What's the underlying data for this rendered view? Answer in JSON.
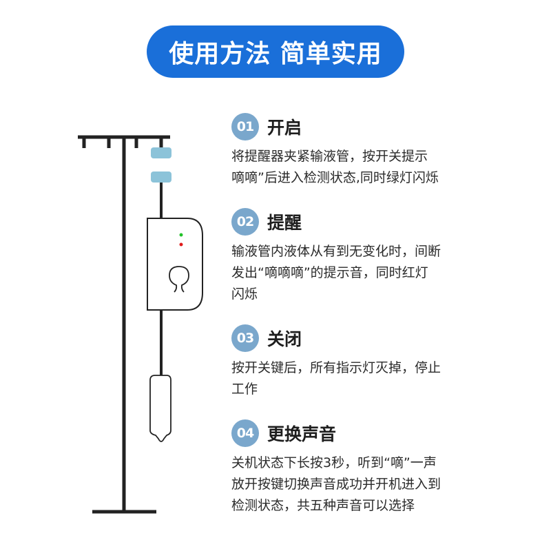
{
  "banner": {
    "title": "使用方法 简单实用",
    "color": "#1a6fd9"
  },
  "illustration": {
    "description": "IV drip stand with clip-on reminder device",
    "led_green": "#22c22a",
    "led_red": "#e01b1b",
    "bottle_cap_color": "#8cc3d9",
    "device_icon": "omega-speaker-icon"
  },
  "steps": [
    {
      "number": "01",
      "title": "开启",
      "lines": [
        "将提醒器夹紧输液管，按开关提示",
        "嘀嘀”后进入检测状态,同时绿灯闪烁"
      ]
    },
    {
      "number": "02",
      "title": "提醒",
      "lines": [
        "输液管内液体从有到无变化时，间断",
        "发出“嘀嘀嘀”的提示音，同时红灯",
        "闪烁"
      ]
    },
    {
      "number": "03",
      "title": "关闭",
      "lines": [
        "按开关键后，所有指示灯灭掉，停止",
        "工作"
      ]
    },
    {
      "number": "04",
      "title": "更换声音",
      "lines": [
        "关机状态下长按3秒，听到“嘀”一声",
        "放开按键切换声音成功并开机进入到",
        "检测状态，共五种声音可以选择"
      ]
    }
  ],
  "badge_color": "#7aa7cc"
}
